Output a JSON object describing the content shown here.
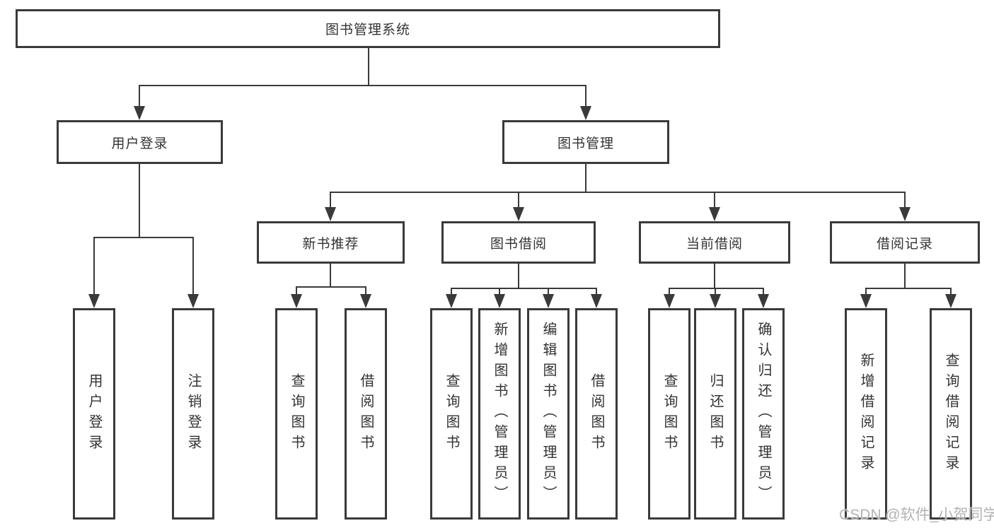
{
  "tree": {
    "root": "图书管理系统",
    "branches": [
      {
        "label": "用户登录",
        "children": [
          {
            "label": "用户登录"
          },
          {
            "label": "注销登录"
          }
        ]
      },
      {
        "label": "图书管理",
        "children": [
          {
            "label": "新书推荐",
            "children": [
              {
                "label": "查询图书"
              },
              {
                "label": "借阅图书"
              }
            ]
          },
          {
            "label": "图书借阅",
            "children": [
              {
                "label": "查询图书"
              },
              {
                "label": "新增图书（管理员）"
              },
              {
                "label": "编辑图书（管理员）"
              },
              {
                "label": "借阅图书"
              }
            ]
          },
          {
            "label": "当前借阅",
            "children": [
              {
                "label": "查询图书"
              },
              {
                "label": "归还图书"
              },
              {
                "label": "确认归还（管理员）"
              }
            ]
          },
          {
            "label": "借阅记录",
            "children": [
              {
                "label": "新增借阅记录"
              },
              {
                "label": "查询借阅记录"
              }
            ]
          }
        ]
      }
    ]
  },
  "watermark": "CSDN @软件_小贺同学",
  "colors": {
    "line": "#3a3a3a",
    "text": "#333333",
    "watermark": "#b3b3b3",
    "background": "#ffffff"
  }
}
